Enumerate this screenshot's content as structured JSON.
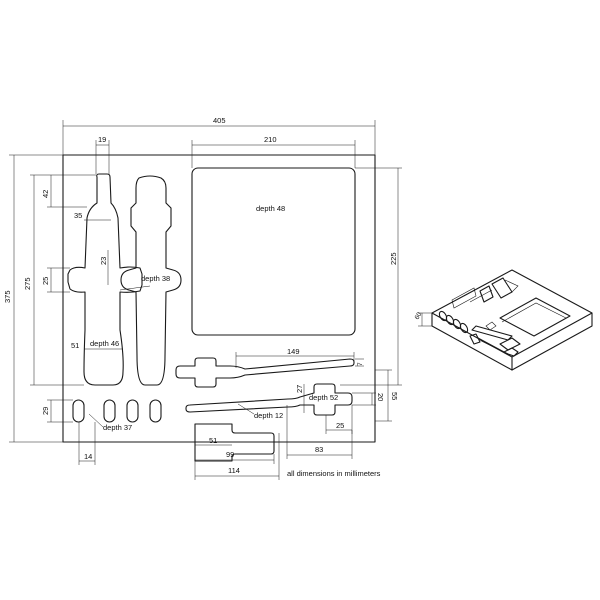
{
  "dimensions": {
    "overall_width": "405",
    "overall_height": "375",
    "top_210": "210",
    "inner_height_275": "275",
    "width_19": "19",
    "height_42": "42",
    "width_35": "35",
    "width_23": "23",
    "height_25": "25",
    "width_51_left": "51",
    "right_225": "225",
    "width_149": "149",
    "small_7": "7",
    "height_27": "27",
    "height_20": "20",
    "height_55": "55",
    "width_25": "25",
    "width_83": "83",
    "height_29": "29",
    "width_14": "14",
    "width_51_bottom": "51",
    "width_99": "99",
    "width_114": "114",
    "iso_60": "60"
  },
  "labels": {
    "depth_48": "depth 48",
    "depth_38": "depth 38",
    "depth_46": "depth 46",
    "depth_52": "depth 52",
    "depth_12": "depth 12",
    "depth_37": "depth 37",
    "units_note": "all dimensions in millimeters"
  }
}
